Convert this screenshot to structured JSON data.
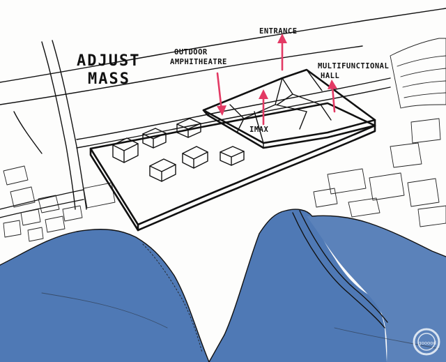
{
  "title": "ADJUST MASS",
  "labels": {
    "entrance": "ENTRANCE",
    "outdoor_line1": "OUTDOOR",
    "outdoor_line2": "AMPHITHEATRE",
    "multi_line1": "MULTIFUNCTIONAL",
    "multi_line2": "HALL",
    "imax": "IMAX"
  },
  "colors": {
    "water": "#4f79b5",
    "water_light": "#6a8fc4",
    "arrow": "#e33a64",
    "ink": "#111111",
    "paper": "#fdfdfc"
  },
  "watermark": "gooood"
}
